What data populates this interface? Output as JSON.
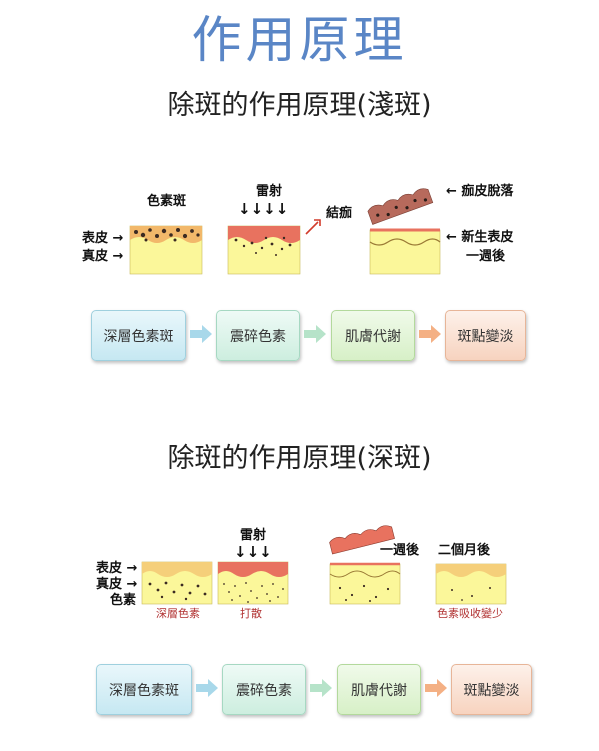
{
  "main_title": "作用原理",
  "section1": {
    "title": "除斑的作用原理(淺斑)",
    "labels": {
      "pigment": "色素斑",
      "laser": "雷射",
      "laser_arrows": "↓↓↓↓",
      "scab": "結痂",
      "peel": "← 痂皮脫落",
      "epidermis": "表皮 →",
      "dermis": "真皮 →",
      "new_skin": "← 新生表皮",
      "one_week": "一週後"
    },
    "flow": [
      "深層色素斑",
      "震碎色素",
      "肌膚代謝",
      "斑點變淡"
    ]
  },
  "section2": {
    "title": "除斑的作用原理(深斑)",
    "labels": {
      "laser": "雷射",
      "laser_arrows": "↓↓↓",
      "epidermis": "表皮 →",
      "dermis": "真皮 →",
      "pigment": "色素",
      "deep_pigment": "深層色素",
      "scatter": "打散",
      "one_week": "一週後",
      "two_months": "二個月後",
      "less_pigment": "色素吸收變少"
    },
    "flow": [
      "深層色素斑",
      "震碎色素",
      "肌膚代謝",
      "斑點變淡"
    ]
  },
  "colors": {
    "dermis": "#fbf79a",
    "epidermis_light": "#f5cf7a",
    "epidermis_red": "#e8725f",
    "scab": "#b76a5c",
    "arrow": "#f4b084"
  }
}
